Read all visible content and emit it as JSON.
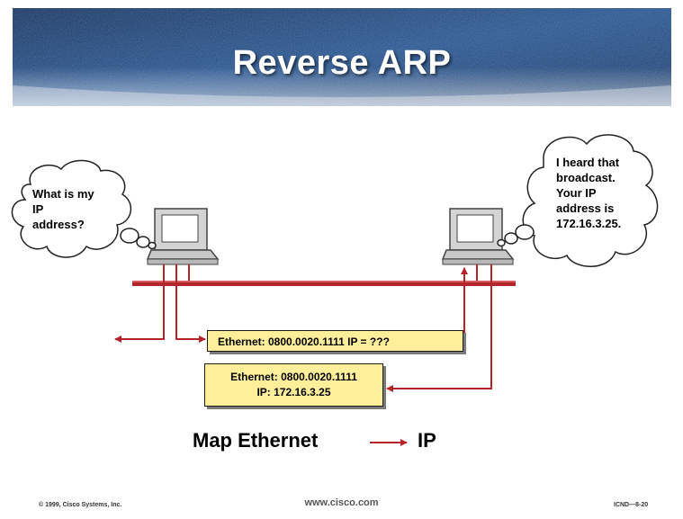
{
  "title": "Reverse ARP",
  "left_bubble": {
    "lines": [
      "What is my",
      "IP",
      "address?"
    ]
  },
  "right_bubble": {
    "lines": [
      "I heard that",
      "broadcast.",
      "Your IP",
      "address is",
      "172.16.3.25."
    ]
  },
  "request_frame": "Ethernet: 0800.0020.1111 IP = ???",
  "reply_frame": {
    "line1": "Ethernet: 0800.0020.1111",
    "line2": "IP: 172.16.3.25"
  },
  "mapping": {
    "from": "Map Ethernet",
    "to": "IP"
  },
  "footer": {
    "copyright": "© 1999, Cisco Systems, Inc.",
    "url": "www.cisco.com",
    "code": "ICND—8-20"
  },
  "colors": {
    "wire": "#b3242b",
    "frame_box": "#ffef9a",
    "banner": "#1b3f72"
  }
}
